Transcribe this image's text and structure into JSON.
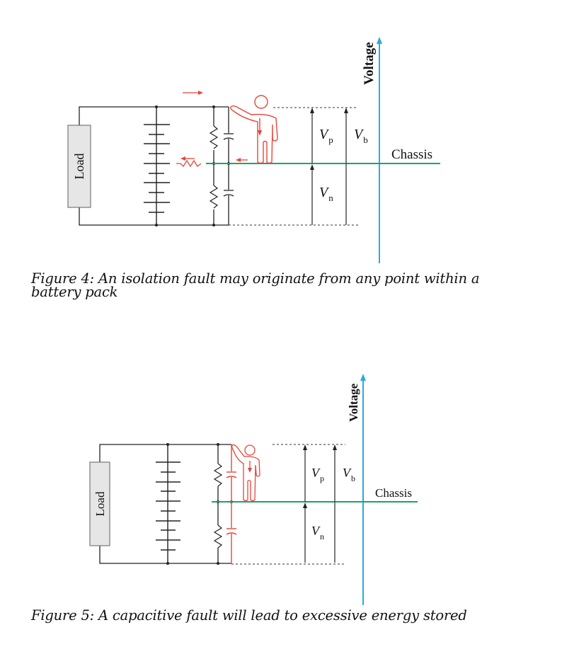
{
  "figures": [
    {
      "id": "figure-4",
      "axis_label": "Voltage",
      "chassis_label": "Chassis",
      "load_label": "Load",
      "vp_label": {
        "main": "V",
        "sub": "p"
      },
      "vb_label": {
        "main": "V",
        "sub": "b"
      },
      "vn_label": {
        "main": "V",
        "sub": "n"
      },
      "caption": "Figure 4: An isolation fault may originate from any point within a battery pack",
      "caption_line1": "Figure 4: An isolation fault may originate from any point within a",
      "caption_line2": "battery pack",
      "fault_type": "isolation (resistive) fault"
    },
    {
      "id": "figure-5",
      "axis_label": "Voltage",
      "chassis_label": "Chassis",
      "load_label": "Load",
      "vp_label": {
        "main": "V",
        "sub": "p"
      },
      "vb_label": {
        "main": "V",
        "sub": "b"
      },
      "vn_label": {
        "main": "V",
        "sub": "n"
      },
      "caption": "Figure 5: A capacitive fault will lead to excessive energy stored",
      "fault_type": "capacitive fault"
    }
  ],
  "colors": {
    "wire": "#222222",
    "fault": "#e8453c",
    "chassis": "#1aa36b",
    "voltage_axis": "#29abe2",
    "load_fill": "#e6e6e6",
    "load_stroke": "#777777"
  }
}
